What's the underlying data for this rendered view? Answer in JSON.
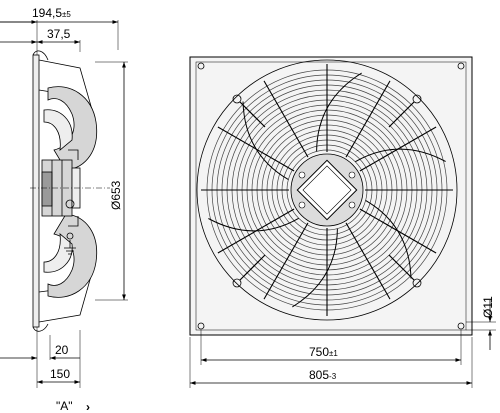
{
  "dimensions": {
    "depth_total": {
      "value": "194,5",
      "tol": "±5"
    },
    "mount_depth": {
      "value": "37,5"
    },
    "diameter": {
      "value": "Ø653"
    },
    "hole_dia": {
      "value": "Ø11"
    },
    "flange": {
      "value": "20"
    },
    "base": {
      "value": "150"
    },
    "hole_pitch": {
      "value": "750",
      "tol": "±1"
    },
    "plate_width": {
      "value": "805",
      "tol": "-3"
    }
  },
  "view_label": "\"A\"",
  "view_arrow": "›"
}
